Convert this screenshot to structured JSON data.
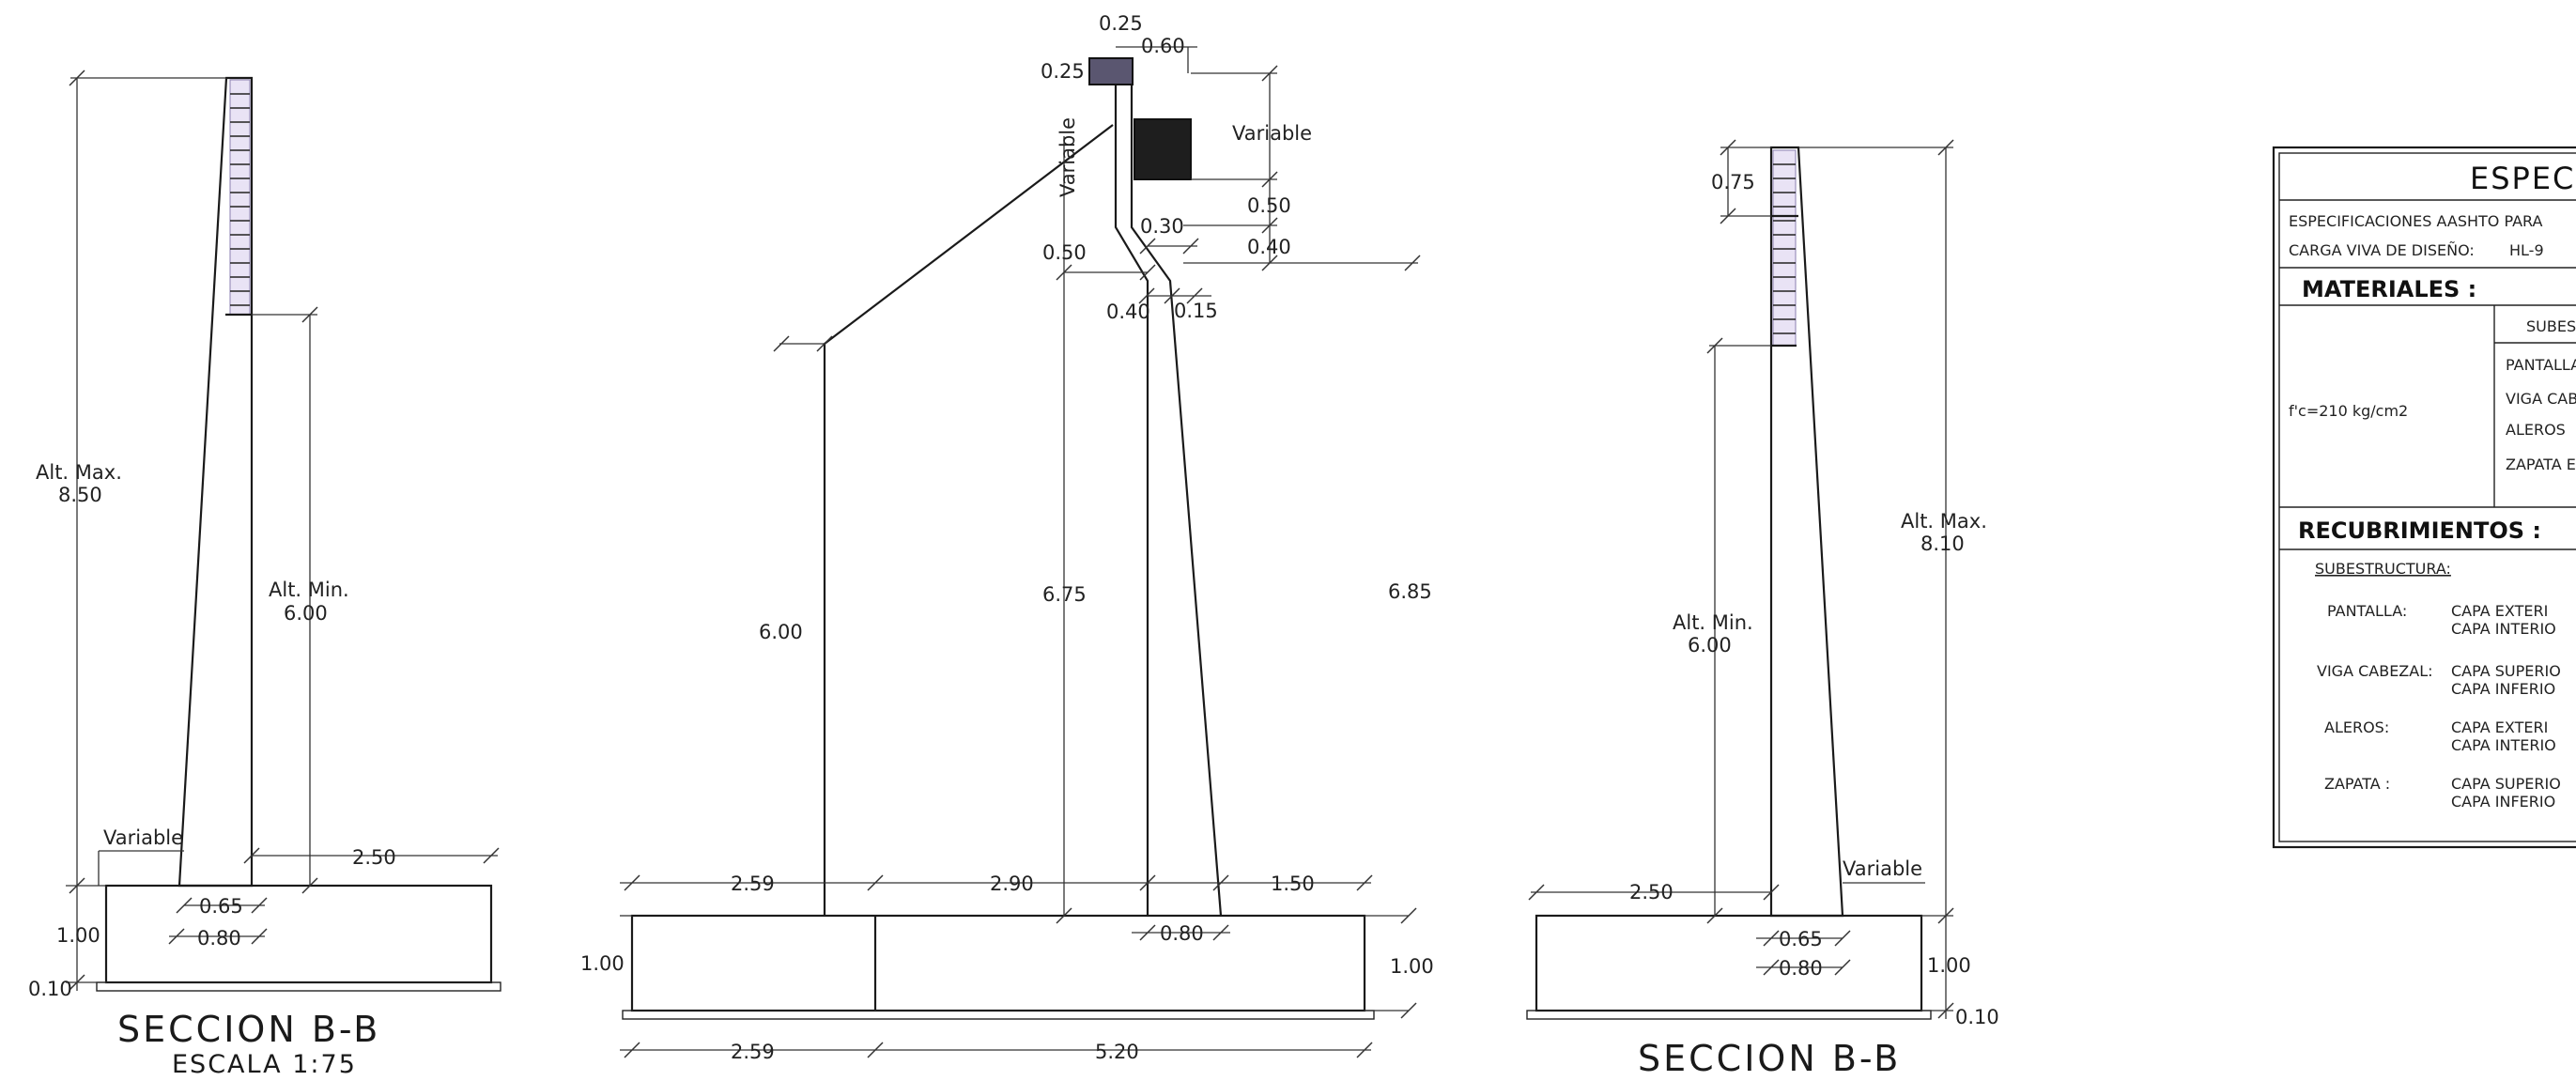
{
  "section_left": {
    "title": "SECCION B-B",
    "scale": "ESCALA 1:75",
    "dims": {
      "alt_max_label": "Alt. Max.",
      "alt_max_value": "8.50",
      "alt_min_label": "Alt. Min.",
      "alt_min_value": "6.00",
      "variable": "Variable",
      "d_250": "2.50",
      "d_065": "0.65",
      "d_080": "0.80",
      "d_100": "1.00",
      "d_010": "0.10"
    }
  },
  "section_middle": {
    "dims": {
      "d_025_top": "0.25",
      "d_060": "0.60",
      "d_025_side": "0.25",
      "variable_vert": "Variable",
      "variable_right": "Variable",
      "d_050_right": "0.50",
      "d_030": "0.30",
      "d_050_left": "0.50",
      "d_040_right": "0.40",
      "d_040": "0.40",
      "d_015": "0.15",
      "d_600": "6.00",
      "d_675": "6.75",
      "d_685": "6.85",
      "d_259_top": "2.59",
      "d_290": "2.90",
      "d_150": "1.50",
      "d_080": "0.80",
      "d_100_left": "1.00",
      "d_100_right": "1.00",
      "d_259_bottom": "2.59",
      "d_520": "5.20"
    }
  },
  "section_right": {
    "title": "SECCION B-B",
    "dims": {
      "d_075": "0.75",
      "alt_max_label": "Alt. Max.",
      "alt_max_value": "8.10",
      "alt_min_label": "Alt. Min.",
      "alt_min_value": "6.00",
      "d_250": "2.50",
      "variable": "Variable",
      "d_065": "0.65",
      "d_080": "0.80",
      "d_100": "1.00",
      "d_010": "0.10"
    }
  },
  "title_block": {
    "heading": "ESPECI",
    "spec_line_1": "ESPECIFICACIONES AASHTO PARA",
    "spec_line_2a": "CARGA VIVA DE DISEÑO:",
    "spec_line_2b": "HL-9",
    "materiales": "MATERIALES :",
    "fc": "f'c=210 kg/cm2",
    "mat_rows": [
      "SUBESTRU",
      "PANTALLA E",
      "VIGA CABE",
      "ALEROS",
      "ZAPATA ES"
    ],
    "recubrimientos": "RECUBRIMIENTOS :",
    "subestructura": "SUBESTRUCTURA:",
    "rec_rows": [
      {
        "name": "PANTALLA:",
        "a": "CAPA EXTERI",
        "b": "CAPA INTERIO"
      },
      {
        "name": "VIGA CABEZAL:",
        "a": "CAPA SUPERIO",
        "b": "CAPA INFERIO"
      },
      {
        "name": "ALEROS:",
        "a": "CAPA EXTERI",
        "b": "CAPA INTERIO"
      },
      {
        "name": "ZAPATA :",
        "a": "CAPA SUPERIO",
        "b": "CAPA INFERIO"
      }
    ]
  },
  "colors": {
    "line": "#1a1a1a",
    "hatch": "#e9e3f5",
    "block_fill": "#1e1e1e",
    "cap_fill": "#5a5670"
  }
}
